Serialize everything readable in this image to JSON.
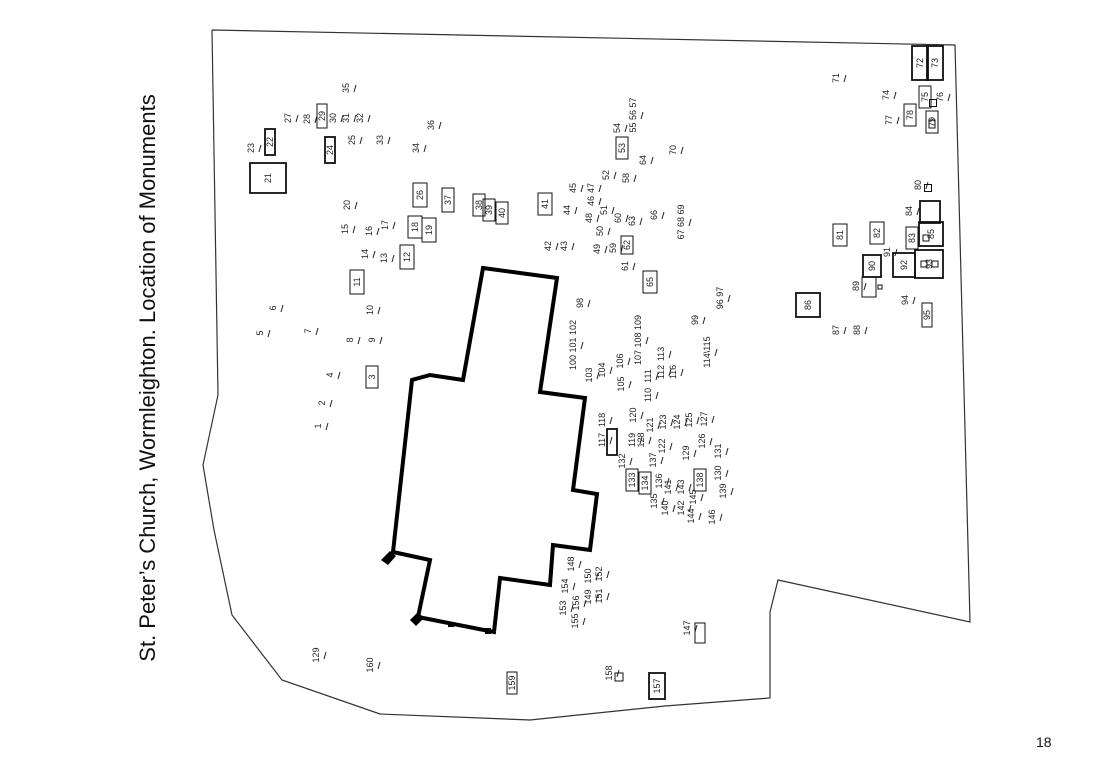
{
  "title": "St. Peter’s Church, Wormleighton. Location of Monuments",
  "page_number": "18",
  "monuments": [
    "1",
    "2",
    "3",
    "4",
    "5",
    "6",
    "7",
    "8",
    "9",
    "10",
    "11",
    "12",
    "13",
    "14",
    "15",
    "16",
    "17",
    "18",
    "19",
    "20",
    "21",
    "22",
    "23",
    "24",
    "25",
    "26",
    "27",
    "28",
    "29",
    "30",
    "31",
    "32",
    "33",
    "34",
    "35",
    "36",
    "37",
    "38",
    "39",
    "40",
    "41",
    "42",
    "43",
    "44",
    "45",
    "46",
    "47",
    "48",
    "49",
    "50",
    "51",
    "52",
    "53",
    "54",
    "55 56 57",
    "58",
    "59",
    "60",
    "61",
    "62",
    "63",
    "64",
    "65",
    "66",
    "67 68 69",
    "70",
    "71",
    "72",
    "73",
    "74",
    "75",
    "76",
    "77",
    "78",
    "79",
    "80",
    "81",
    "82",
    "83",
    "84",
    "85",
    "86",
    "87",
    "88",
    "89",
    "90",
    "91",
    "92",
    "93",
    "94",
    "95",
    "96 97",
    "98",
    "100 101 102",
    "99",
    "103",
    "104",
    "105",
    "106",
    "107 108 109",
    "110",
    "111",
    "112",
    "113",
    "114\\115",
    "116",
    "117",
    "118",
    "119",
    "120",
    "121",
    "122",
    "123",
    "124",
    "125",
    "126",
    "127",
    "128",
    "129",
    "129",
    "130",
    "131",
    "132",
    "133",
    "134",
    "135",
    "136",
    "137",
    "138",
    "139",
    "140",
    "141",
    "142",
    "143",
    "144",
    "145",
    "146",
    "147",
    "148",
    "149",
    "150",
    "151",
    "152",
    "153",
    "154",
    "155",
    "156",
    "157",
    "158",
    "159",
    "160"
  ]
}
